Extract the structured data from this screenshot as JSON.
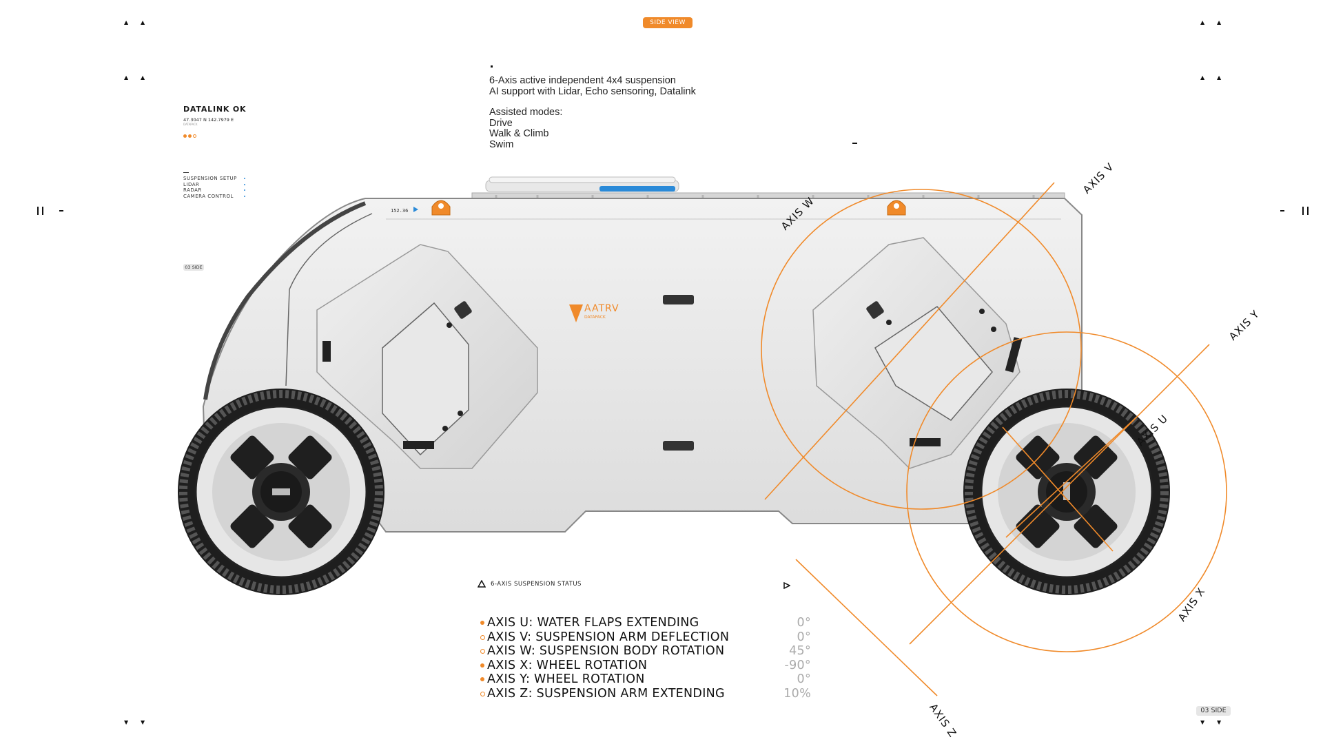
{
  "header": {
    "view_badge": "SIDE VIEW"
  },
  "description": {
    "line1": "6-Axis active independent 4x4 suspension",
    "line2": "AI support with Lidar, Echo sensoring, Datalink",
    "modes_title": "Assisted modes:",
    "modes": [
      "Drive",
      "Walk & Climb",
      "Swim"
    ]
  },
  "datalink": {
    "title": "DATALINK OK",
    "coords": "47.3047 N 142.7979 E",
    "sub": "DATAPACK"
  },
  "menu": {
    "items": [
      "SUSPENSION SETUP",
      "LIDAR",
      "RADAR",
      "CAMERA CONTROL"
    ]
  },
  "tags": {
    "left": "03 SIDE",
    "right": "03 SIDE"
  },
  "vehicle": {
    "brand": "AATRV",
    "brand_sub": "DATAPACK",
    "screen_readout": "152.36"
  },
  "axes_labels": {
    "u": "AXIS U",
    "v": "AXIS V",
    "w": "AXIS W",
    "x": "AXIS X",
    "y": "AXIS Y",
    "z": "AXIS Z"
  },
  "status": {
    "title": "6-AXIS SUSPENSION STATUS",
    "rows": [
      {
        "label": "AXIS U: WATER FLAPS EXTENDING",
        "value": "0°",
        "bullet": "filled"
      },
      {
        "label": "AXIS V: SUSPENSION ARM DEFLECTION",
        "value": "0°",
        "bullet": "hollow"
      },
      {
        "label": "AXIS W: SUSPENSION BODY ROTATION",
        "value": "45°",
        "bullet": "hollow"
      },
      {
        "label": "AXIS X: WHEEL ROTATION",
        "value": "-90°",
        "bullet": "filled"
      },
      {
        "label": "AXIS Y: WHEEL ROTATION",
        "value": "0°",
        "bullet": "filled"
      },
      {
        "label": "AXIS Z: SUSPENSION ARM EXTENDING",
        "value": "10%",
        "bullet": "hollow"
      }
    ]
  },
  "colors": {
    "accent": "#f08a2a",
    "info": "#2a8ad8"
  }
}
